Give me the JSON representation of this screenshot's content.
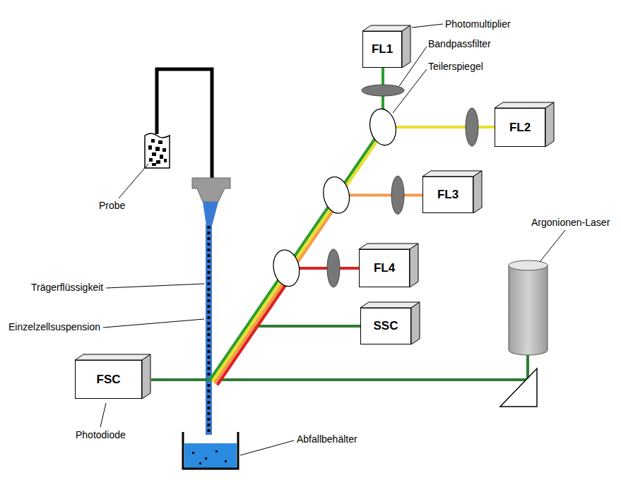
{
  "diagram": {
    "nodes": [
      {
        "text": [
          "FL1"
        ]
      },
      {
        "text": [
          "FL2"
        ]
      },
      {
        "text": [
          "FL3"
        ]
      },
      {
        "text": [
          "FL4"
        ]
      },
      {
        "text": [
          "SSC"
        ]
      },
      {
        "text": [
          "FSC"
        ]
      }
    ],
    "labels": [
      "Photomultiplier",
      "Bandpassfilter",
      "Teilerspiegel",
      "Probe",
      "Argonionen-Laser",
      "Trägerflüssigkeit",
      "Einzelzellsuspension",
      "Photodiode",
      "Abfallbehälter"
    ]
  }
}
